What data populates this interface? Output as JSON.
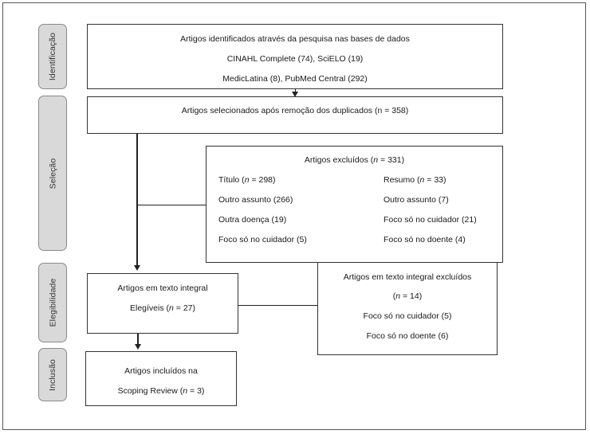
{
  "stages": {
    "identificacao": "Identificação",
    "selecao": "Seleção",
    "elegibilidade": "Elegibilidade",
    "inclusao": "Inclusão"
  },
  "identified": {
    "line1": "Artigos identificados através da pesquisa nas bases de dados",
    "line2": "CINAHL Complete (74), SciELO (19)",
    "line3": "MedicLatina (8), PubMed Central (292)"
  },
  "selected": {
    "text": "Artigos selecionados após remoção dos duplicados (n = 358)"
  },
  "excluded": {
    "title_prefix": "Artigos excluídos (",
    "title_n": "n",
    "title_suffix": " = 331)",
    "left": [
      {
        "prefix": "Título (",
        "n": "n",
        "suffix": " = 298)"
      },
      {
        "text": "Outro assunto (266)"
      },
      {
        "text": "Outra doença (19)"
      },
      {
        "text": "Foco só no cuidador (5)"
      }
    ],
    "right": [
      {
        "prefix": "Resumo (",
        "n": "n",
        "suffix": " = 33)"
      },
      {
        "text": "Outro assunto (7)"
      },
      {
        "text": "Foco só no cuidador (21)"
      },
      {
        "text": "Foco só no doente (4)"
      }
    ]
  },
  "eligible": {
    "line1": "Artigos em texto integral",
    "line2_prefix": "Elegíveis (",
    "line2_n": "n",
    "line2_suffix": " = 27)"
  },
  "fulltext_excluded": {
    "line1": "Artigos em texto integral excluídos",
    "line2_n": "n",
    "line2_suffix": " = 14)",
    "line3": "Foco só no cuidador (5)",
    "line4": "Foco só no doente (6)"
  },
  "included": {
    "line1": "Artigos incluídos na",
    "line2_prefix": "Scoping Review (",
    "line2_n": "n",
    "line2_suffix": " = 3)"
  }
}
